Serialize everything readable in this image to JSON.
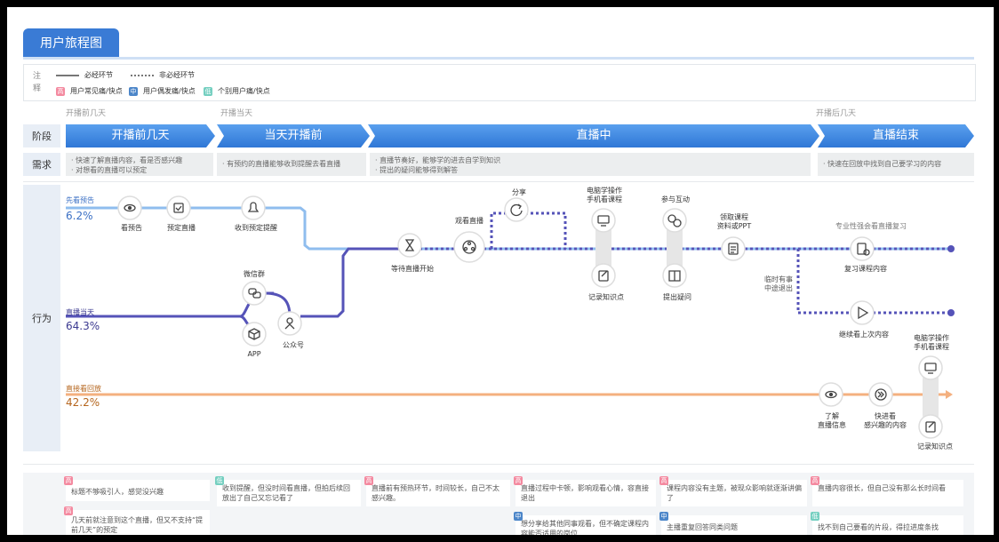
{
  "title": "用户旅程图",
  "legend": {
    "note": "注释",
    "required": "必经环节",
    "optional": "非必经环节",
    "common_pain": "用户常见痛/快点",
    "occasional_pain": "用户偶发痛/快点",
    "individual_pain": "个别用户痛/快点",
    "badge_red": "高",
    "badge_blue": "中",
    "badge_teal": "低"
  },
  "phase_top": {
    "before_days": "开播前几天",
    "same_day": "开播当天",
    "after_days": "开播后几天"
  },
  "row_labels": {
    "stage": "阶段",
    "needs": "需求",
    "behavior": "行为"
  },
  "stages": [
    "开播前几天",
    "当天开播前",
    "直播中",
    "直播结束"
  ],
  "needs": [
    [
      "· 快速了解直播内容，看是否感兴趣",
      "· 对想看的直播可以预定"
    ],
    [
      "· 有预约的直播能够收到提醒去看直播"
    ],
    [
      "· 直播节奏好，能够学的进去自学到知识",
      "· 提出的疑问能够得到解答"
    ],
    [
      "· 快速在回放中找到自己要学习的内容"
    ]
  ],
  "rows": {
    "preview": {
      "title": "先看预告",
      "pct": "6.2%"
    },
    "live": {
      "title": "直播当天",
      "pct": "64.3%"
    },
    "replay": {
      "title": "直接看回放",
      "pct": "42.2%"
    }
  },
  "nodes": {
    "see_preview": "看预告",
    "reserve": "预定直播",
    "reminder": "收到预定提醒",
    "wechat_group": "微信群",
    "app": "APP",
    "official_account": "公众号",
    "wait_start": "等待直播开始",
    "watch_live": "观看直播",
    "share": "分享",
    "computer_1": "电脑学操作",
    "computer_2": "手机看课程",
    "notes": "记录知识点",
    "interact": "参与互动",
    "ask": "提出疑问",
    "get_material_1": "领取课程",
    "get_material_2": "资料或PPT",
    "review_replay": "专业性强会看直播复习",
    "review_content": "复习课程内容",
    "leave_1": "临时有事",
    "leave_2": "中途退出",
    "continue": "继续看上次内容",
    "replay_computer_1": "电脑学操作",
    "replay_computer_2": "手机看课程",
    "replay_notes": "记录知识点",
    "know_1": "了解",
    "know_2": "直播信息",
    "fast_1": "快进看",
    "fast_2": "感兴趣的内容"
  },
  "pains": [
    {
      "badge": "高",
      "type": "red",
      "text": "标题不够吸引人，感觉没兴趣"
    },
    {
      "badge": "高",
      "type": "red",
      "text": "几天前就注意到这个直播，但又不支持“提前几天”的预定"
    },
    {
      "badge": "低",
      "type": "teal",
      "text": "收到提醒，但没时间看直播，但拍后续回放出了自己又忘记看了"
    },
    {
      "badge": "高",
      "type": "red",
      "text": "直播前有预热环节，时间较长，自己不太感兴趣。"
    },
    {
      "badge": "高",
      "type": "red",
      "text": "直播过程中卡顿，影响观看心情，容直接退出"
    },
    {
      "badge": "中",
      "type": "blue",
      "text": "想分享给其他同事观看，但不确定课程内容能否适用的岗位"
    },
    {
      "badge": "高",
      "type": "red",
      "text": "课程内容没有主题，被现众影响就逐渐讲偏了"
    },
    {
      "badge": "中",
      "type": "blue",
      "text": "主播重复回答同类问题"
    },
    {
      "badge": "高",
      "type": "red",
      "text": "直播内容很长，但自己没有那么长时间看"
    },
    {
      "badge": "低",
      "type": "teal",
      "text": "找不到自己要看的片段，得拉进度条找"
    }
  ],
  "colors": {
    "stage": "#2f77d6",
    "preview_line": "#8fbdee",
    "live_line": "#5553b8",
    "replay_line": "#f4b07f",
    "replay_pct": "#b5651d"
  }
}
